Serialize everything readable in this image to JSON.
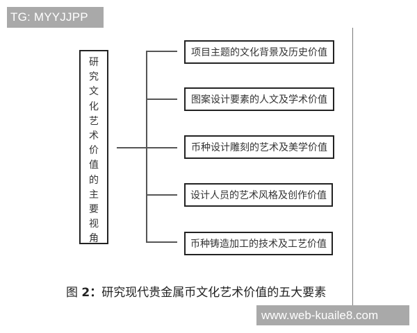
{
  "watermarks": {
    "top": "TG: MYYJJPP",
    "bottom": "www.web-kuaile8.com"
  },
  "diagram": {
    "root": {
      "label": "研究文化艺术价值的主要视角",
      "chars": [
        "研",
        "究",
        "文",
        "化",
        "艺",
        "术",
        "价",
        "值",
        "的",
        "主",
        "要",
        "视",
        "角"
      ]
    },
    "branches": [
      {
        "label": "项目主题的文化背景及历史价值"
      },
      {
        "label": "图案设计要素的人文及学术价值"
      },
      {
        "label": "币种设计雕刻的艺术及美学价值"
      },
      {
        "label": "设计人员的艺术风格及创作价值"
      },
      {
        "label": "币种铸造加工的技术及工艺价值"
      }
    ]
  },
  "caption": {
    "prefix": "图 ",
    "number": "2：",
    "text": "研究现代贵金属币文化艺术价值的五大要素"
  },
  "colors": {
    "watermark_bg": "#a9a9a9",
    "watermark_text": "#ffffff",
    "line": "#555555",
    "border": "#222222"
  }
}
